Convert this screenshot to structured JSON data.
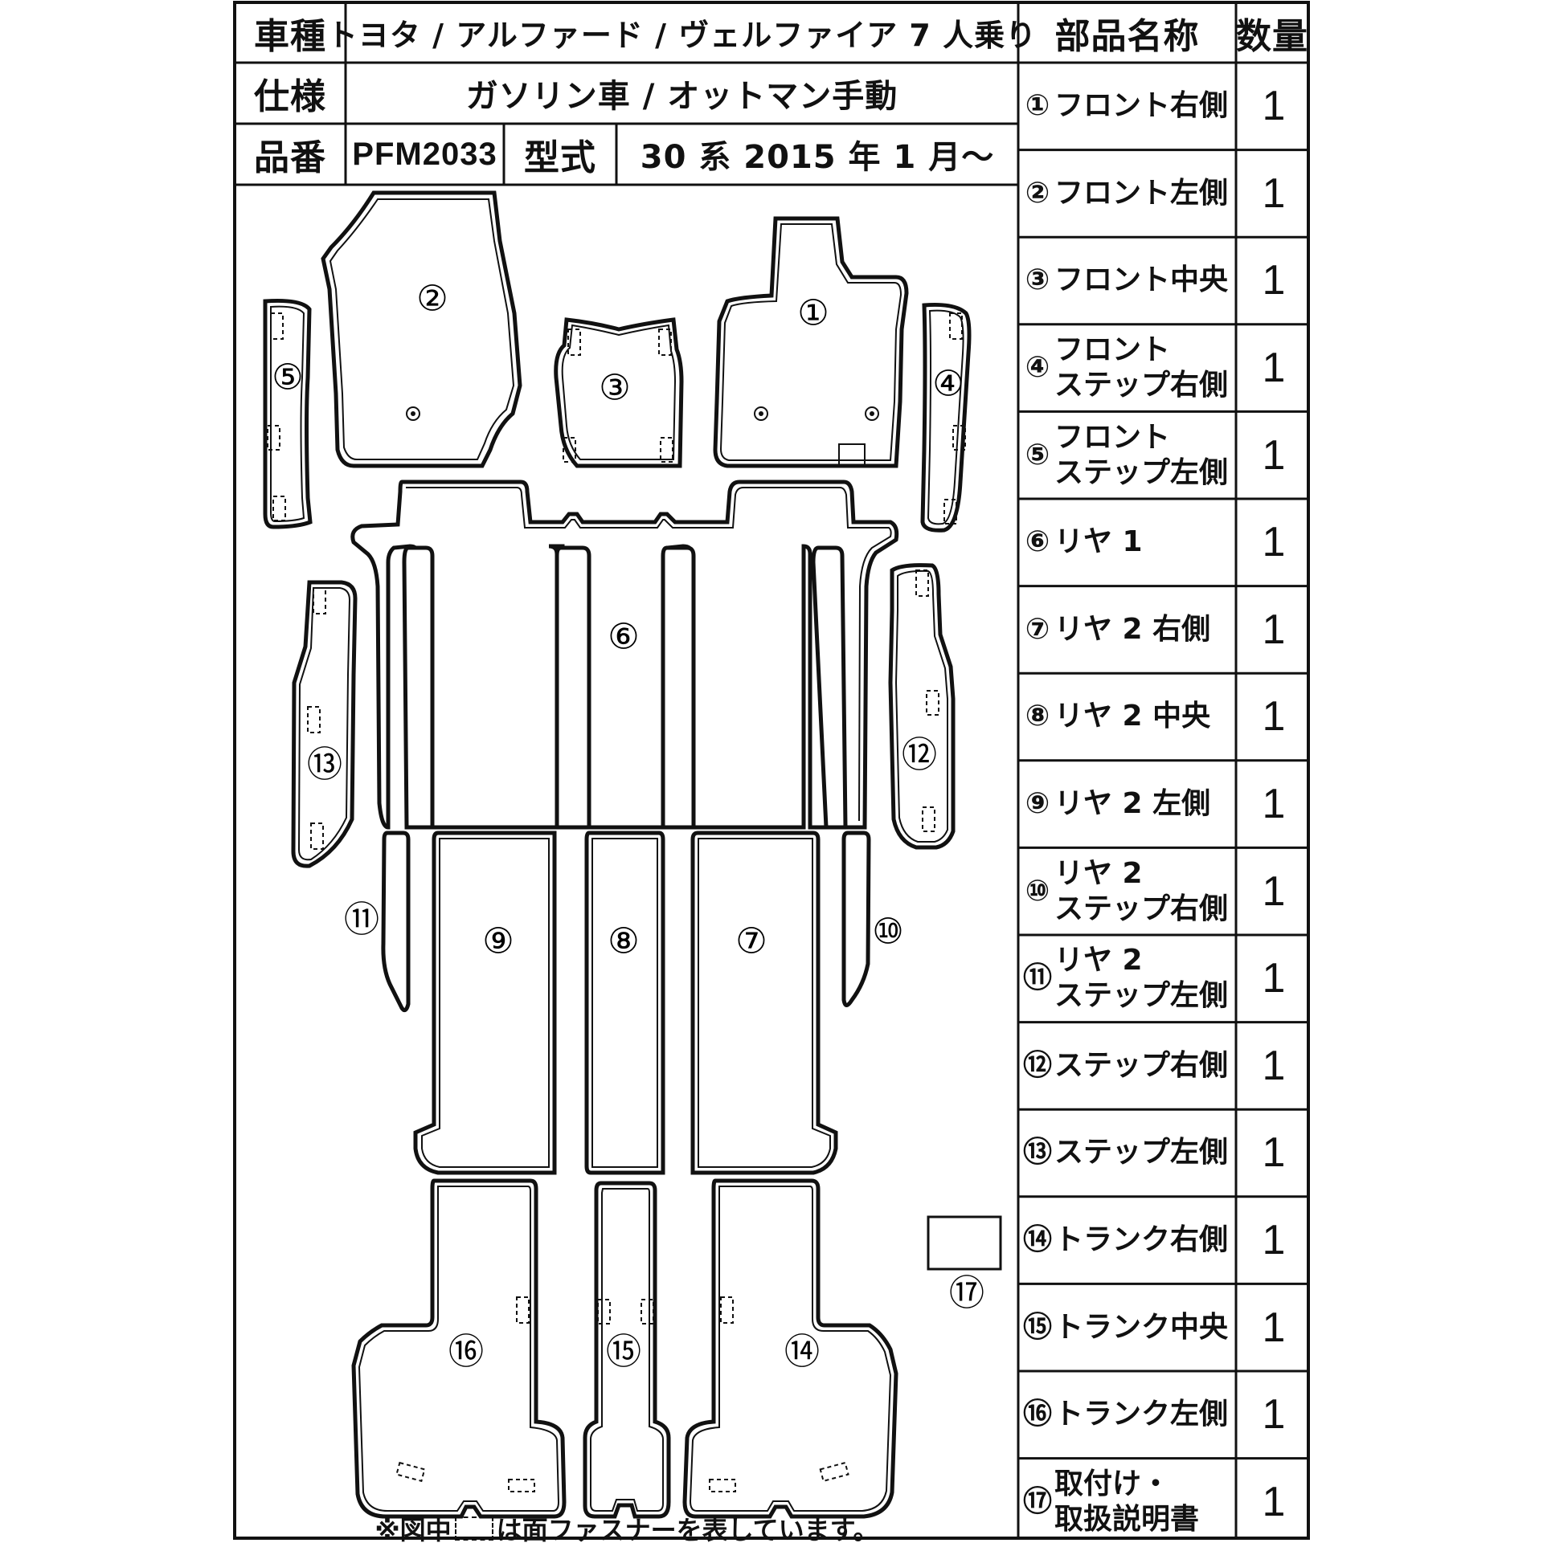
{
  "header": {
    "vehicle_label": "車種",
    "vehicle_value": "トヨタ / アルファード / ヴェルファイア 7 人乗り",
    "spec_label": "仕様",
    "spec_value": "ガソリン車 / オットマン手動",
    "part_no_label": "品番",
    "part_no_value": "PFM2033",
    "model_label": "型式",
    "model_value": "30 系  2015 年 1 月～",
    "parts_name_header": "部品名称",
    "qty_header": "数量"
  },
  "parts": [
    {
      "num": "①",
      "name": [
        "フロント右側"
      ],
      "qty": "1"
    },
    {
      "num": "②",
      "name": [
        "フロント左側"
      ],
      "qty": "1"
    },
    {
      "num": "③",
      "name": [
        "フロント中央"
      ],
      "qty": "1"
    },
    {
      "num": "④",
      "name": [
        "フロント",
        "ステップ右側"
      ],
      "qty": "1"
    },
    {
      "num": "⑤",
      "name": [
        "フロント",
        "ステップ左側"
      ],
      "qty": "1"
    },
    {
      "num": "⑥",
      "name": [
        "リヤ 1"
      ],
      "qty": "1"
    },
    {
      "num": "⑦",
      "name": [
        "リヤ 2 右側"
      ],
      "qty": "1"
    },
    {
      "num": "⑧",
      "name": [
        "リヤ 2 中央"
      ],
      "qty": "1"
    },
    {
      "num": "⑨",
      "name": [
        "リヤ 2 左側"
      ],
      "qty": "1"
    },
    {
      "num": "⑩",
      "name": [
        "リヤ 2",
        "ステップ右側"
      ],
      "qty": "1"
    },
    {
      "num": "⑪",
      "name": [
        "リヤ 2",
        "ステップ左側"
      ],
      "qty": "1"
    },
    {
      "num": "⑫",
      "name": [
        "ステップ右側"
      ],
      "qty": "1"
    },
    {
      "num": "⑬",
      "name": [
        "ステップ左側"
      ],
      "qty": "1"
    },
    {
      "num": "⑭",
      "name": [
        "トランク右側"
      ],
      "qty": "1"
    },
    {
      "num": "⑮",
      "name": [
        "トランク中央"
      ],
      "qty": "1"
    },
    {
      "num": "⑯",
      "name": [
        "トランク左側"
      ],
      "qty": "1"
    },
    {
      "num": "⑰",
      "name": [
        "取付け・",
        "取扱説明書"
      ],
      "qty": "1"
    }
  ],
  "diagram_labels": {
    "p1": "①",
    "p2": "②",
    "p3": "③",
    "p4": "④",
    "p5": "⑤",
    "p6": "⑥",
    "p7": "⑦",
    "p8": "⑧",
    "p9": "⑨",
    "p10": "⑩",
    "p11": "⑪",
    "p12": "⑫",
    "p13": "⑬",
    "p14": "⑭",
    "p15": "⑮",
    "p16": "⑯",
    "p17": "⑰"
  },
  "note": {
    "prefix": "※図中",
    "suffix": "は面ファスナーを表しています。"
  }
}
